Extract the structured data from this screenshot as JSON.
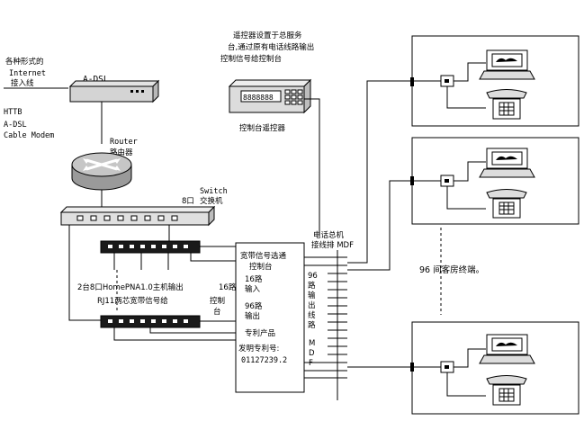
{
  "labels": {
    "internet_line1": "各种形式的",
    "internet_line2": "Internet",
    "internet_line3": "接入线",
    "adsl_title": "A-DSL",
    "httb": "HTTB",
    "adsl": "A-DSL",
    "cable_modem": "Cable Modem",
    "router_en": "Router",
    "router_cn": "路由器",
    "switch_en": "Switch",
    "switch_port": "8口",
    "switch_cn": "交换机",
    "remote_desc1": "遥控器设置于总服务",
    "remote_desc2": "台,通过原有电话线路输出",
    "remote_desc3": "控制信号给控制台",
    "remote_display": "8888888",
    "remote_label": "控制台遥控器",
    "mdf_line1": "电话总机",
    "mdf_line2": "接线排 MDF",
    "hub_note1": "2台8口HomePNA1.0主机输出",
    "hub_note2": "RJ11两芯宽带信号给",
    "hub_note3": "16路",
    "hub_note4": "控制",
    "hub_note5": "台",
    "console_title1": "宽带信号选通",
    "console_title2": "控制台",
    "console_in1": "16路",
    "console_in2": "输入",
    "console_out1": "96路",
    "console_out2": "输出",
    "console_patent": "专利产品",
    "console_patent_no_label": "发明专利号:",
    "console_patent_no": "01127239.2",
    "mdf_vertical": [
      "96",
      "路",
      "输",
      "出",
      "线",
      "路",
      "M",
      "D",
      "F"
    ],
    "rooms": "96 间客房终端。"
  }
}
